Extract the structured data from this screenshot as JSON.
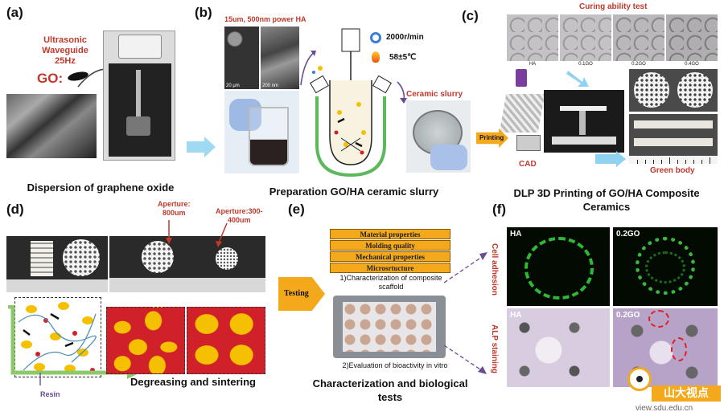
{
  "panels": {
    "a": {
      "label": "(a)",
      "device_label": [
        "Ultrasonic",
        "Waveguide",
        "25Hz"
      ],
      "go_label": "GO:",
      "caption": "Dispersion of graphene oxide"
    },
    "b": {
      "label": "(b)",
      "sem_title": "15um, 500nm power HA",
      "sem_scale_1": "20 μm",
      "sem_scale_2": "200 nm",
      "speed": "2000r/min",
      "temperature": "58±5℃",
      "slurry_label": "Ceramic slurry",
      "caption": "Preparation GO/HA ceramic slurry"
    },
    "c": {
      "label": "(c)",
      "curing_title": "Curing ability test",
      "curing_samples": [
        "HA",
        "0.1GO",
        "0.2GO",
        "0.4GO"
      ],
      "printing_label": "Printing",
      "cad_label": "CAD",
      "green_label": "Green body",
      "caption_1": "DLP 3D Printing of GO/HA Composite",
      "caption_2": "Ceramics"
    },
    "d": {
      "label": "(d)",
      "aperture_1": [
        "Aperture:",
        "800um"
      ],
      "aperture_2": [
        "Aperture:300-",
        "400um"
      ],
      "resin_label": "Resin",
      "caption": "Degreasing and sintering"
    },
    "e": {
      "label": "(e)",
      "properties": [
        "Material properties",
        "Molding quality",
        "Mechanical properties",
        "Microsrtucture"
      ],
      "step_1": [
        "1)Characterization of composite",
        "scaffold"
      ],
      "testing_label": "Testing",
      "step_2": "2)Evaluation of bioactivity in vitro",
      "caption_1": "Characterization  and biological",
      "caption_2": "tests"
    },
    "f": {
      "label": "(f)",
      "row_1_label": "Cell adhesion",
      "row_2_label": "ALP staining",
      "sample_1": "HA",
      "sample_2": "0.2GO"
    }
  },
  "watermark": {
    "name": "山大视点",
    "url": "view.sdu.edu.cn"
  },
  "colors": {
    "accent_red": "#c0392b",
    "box_orange": "#f4a81c",
    "particle_yellow": "#f5c000",
    "particle_red": "#d0202a",
    "arrow_blue": "#8fd3f0",
    "arrow_purple": "#6a4c93"
  }
}
